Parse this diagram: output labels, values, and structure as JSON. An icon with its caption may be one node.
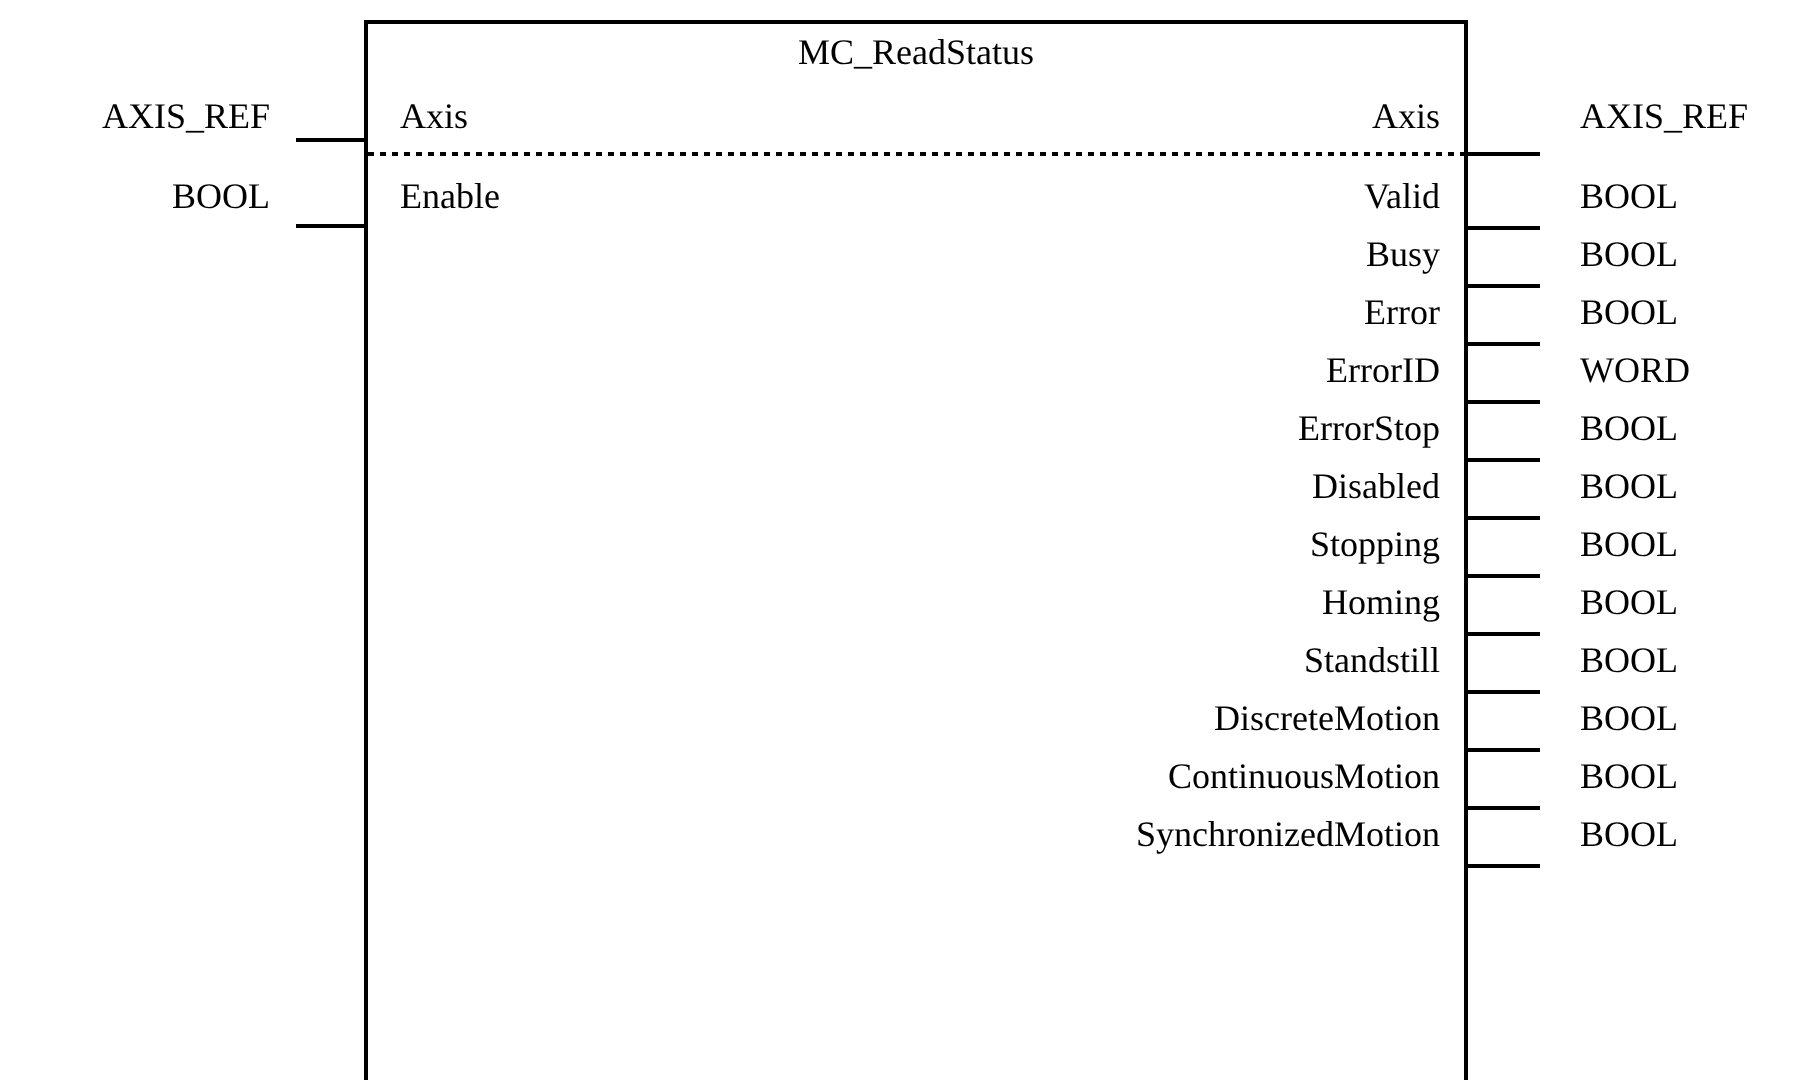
{
  "diagram": {
    "nodes": [
      {
        "text": [
          "MC_ReadStatus"
        ]
      }
    ],
    "labels": [
      "AXIS_REF",
      "Axis",
      "Axis",
      "AXIS_REF",
      "BOOL",
      "Enable",
      "Valid",
      "BOOL",
      "Busy",
      "BOOL",
      "Error",
      "BOOL",
      "ErrorID",
      "WORD",
      "ErrorStop",
      "BOOL",
      "Disabled",
      "BOOL",
      "Stopping",
      "BOOL",
      "Homing",
      "BOOL",
      "Standstill",
      "BOOL",
      "DiscreteMotion",
      "BOOL",
      "ContinuousMotion",
      "BOOL",
      "SynchronizedMotion",
      "BOOL"
    ]
  }
}
